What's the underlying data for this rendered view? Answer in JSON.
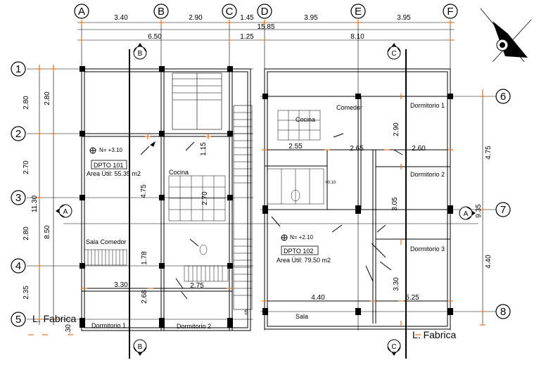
{
  "grid": {
    "cols": [
      "A",
      "B",
      "C",
      "D",
      "E",
      "F"
    ],
    "rows": [
      "1",
      "2",
      "3",
      "4",
      "5",
      "6",
      "7",
      "8"
    ]
  },
  "dims_top_row1": [
    "3.40",
    "2.90",
    "1.45",
    "3.95",
    "3.95"
  ],
  "dims_top_row2": [
    "15.85"
  ],
  "dims_top_row3": [
    "6.50",
    "1.25",
    "8.10"
  ],
  "dims_left_col1": [
    "2.80",
    "2.70",
    "2.80",
    "2.35"
  ],
  "dims_left_col2": [
    "2.80",
    "11.30",
    "8.50"
  ],
  "dims_right": [
    "4.75",
    "9.35",
    "4.40"
  ],
  "unit1": {
    "label": "DPTO 101",
    "area": "Area Útil: 55.35 m2",
    "level": "N= +3.10",
    "rooms": [
      "Cocina",
      "Sala Comedor",
      "Dormitorio 1",
      "Dormitorio 2"
    ],
    "dims": [
      "1.15",
      "4.75",
      "2.70",
      "1.78",
      "3.30",
      "2.75",
      "2.68",
      ".30"
    ]
  },
  "unit2": {
    "label": "DPTO 102",
    "area": "Area Útil: 79.50 m2",
    "level": "N= +2.10",
    "rooms": [
      "Comedor",
      "Cocina",
      "Dormitorio 1",
      "Dormitorio 2",
      "Dormitorio 3",
      "Sala"
    ],
    "dims": [
      "2.90",
      "2.55",
      "2.65",
      "2.60",
      "3.05",
      "3.30",
      "4.40",
      "5.25"
    ]
  },
  "section_marks": [
    "B",
    "B",
    "C",
    "C",
    "A",
    "A"
  ],
  "boundary_label": "L. Fabrica",
  "stair_label": "S",
  "fixture_label": "+0.10"
}
